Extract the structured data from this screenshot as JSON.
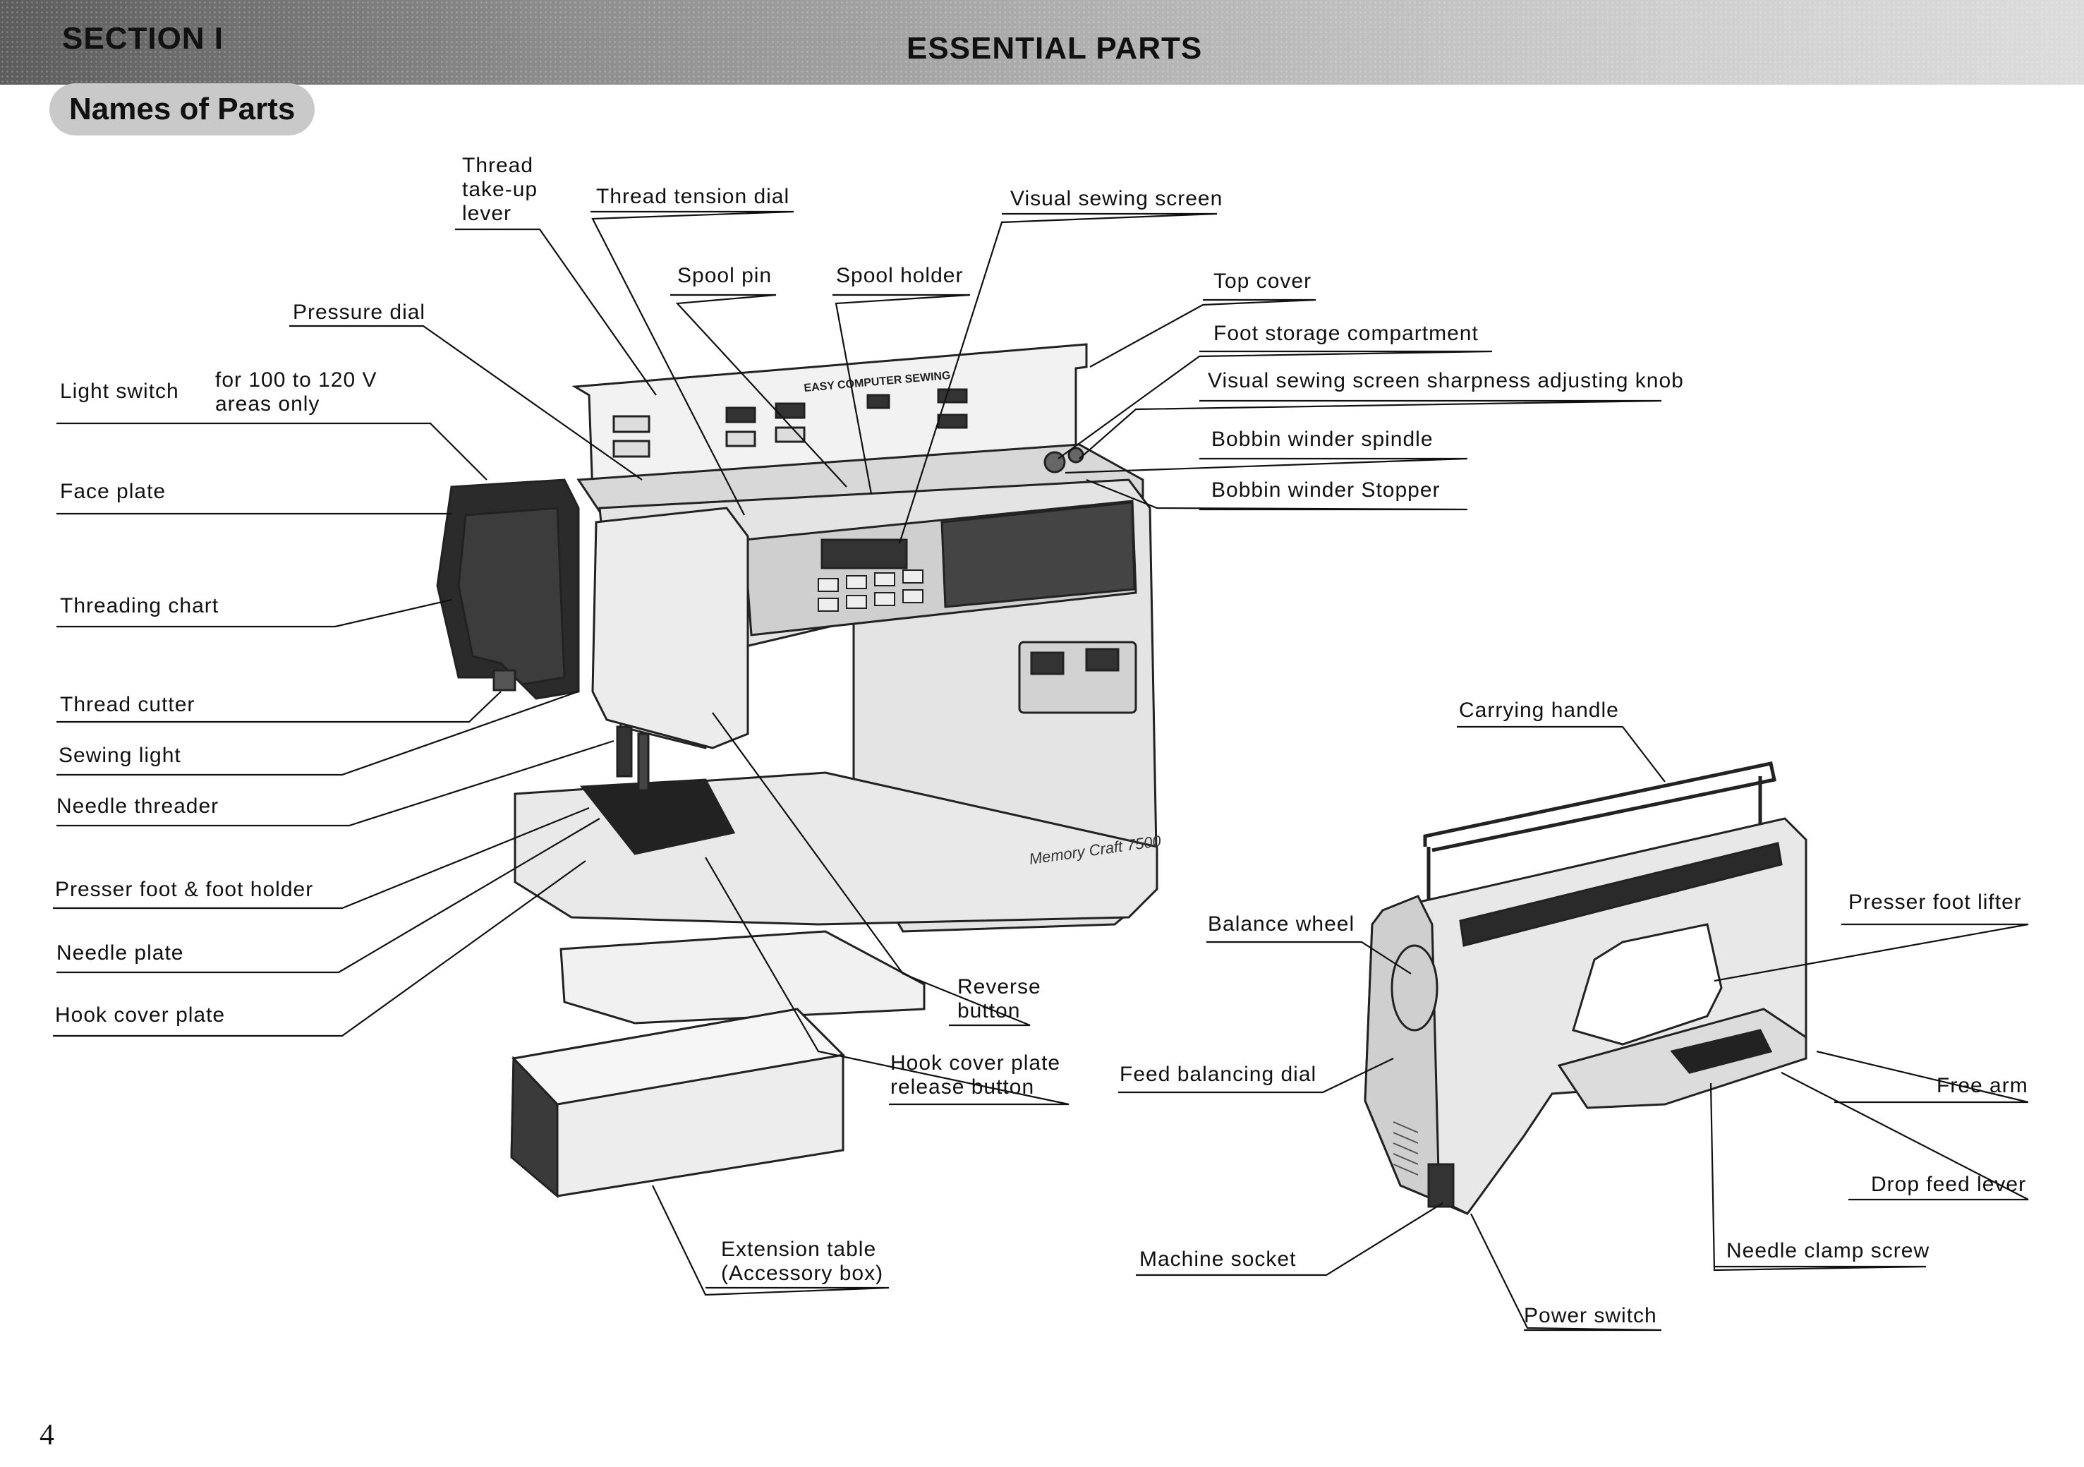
{
  "header": {
    "section": "SECTION I",
    "title": "ESSENTIAL PARTS"
  },
  "subtitle": "Names of Parts",
  "page_number": "4",
  "machine_text": {
    "panel_title": "EASY COMPUTER SEWING",
    "brand": "Memory Craft 7500"
  },
  "labels": {
    "thread_take_up_lever": "Thread\ntake-up\nlever",
    "thread_tension_dial": "Thread tension dial",
    "visual_sewing_screen": "Visual sewing screen",
    "spool_pin": "Spool pin",
    "spool_holder": "Spool holder",
    "top_cover": "Top cover",
    "pressure_dial": "Pressure dial",
    "foot_storage_compartment": "Foot storage compartment",
    "light_switch": "Light switch",
    "voltage_note": "for 100 to 120 V\nareas only",
    "screen_sharpness_knob": "Visual sewing screen sharpness adjusting knob",
    "bobbin_winder_spindle": "Bobbin winder spindle",
    "face_plate": "Face plate",
    "bobbin_winder_stopper": "Bobbin winder Stopper",
    "threading_chart": "Threading chart",
    "thread_cutter": "Thread cutter",
    "carrying_handle": "Carrying handle",
    "sewing_light": "Sewing light",
    "needle_threader": "Needle threader",
    "presser_foot_holder": "Presser foot & foot holder",
    "presser_foot_lifter": "Presser foot lifter",
    "balance_wheel": "Balance wheel",
    "needle_plate": "Needle plate",
    "reverse_button": "Reverse\nbutton",
    "hook_cover_plate": "Hook cover plate",
    "hook_cover_release": "Hook cover plate\nrelease button",
    "feed_balancing_dial": "Feed balancing dial",
    "free_arm": "Free arm",
    "drop_feed_lever": "Drop feed lever",
    "extension_table": "Extension table\n(Accessory box)",
    "machine_socket": "Machine socket",
    "needle_clamp_screw": "Needle clamp screw",
    "power_switch": "Power switch"
  }
}
